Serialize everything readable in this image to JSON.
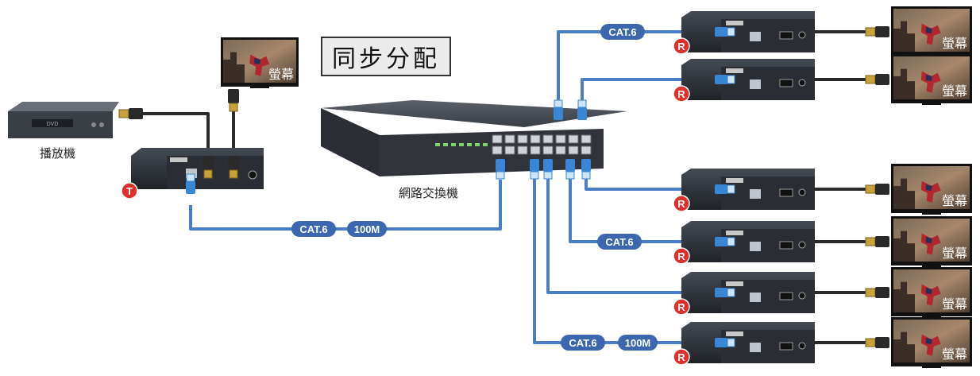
{
  "title": "同步分配",
  "labels": {
    "player": "播放機",
    "switch": "網路交換機",
    "screen": "螢幕",
    "cable": "CAT.6",
    "speed": "100M",
    "transmitter_badge": "T",
    "receiver_badge": "R",
    "dvd": "DVD"
  },
  "receivers": [
    {
      "id": "r1",
      "has_cable_label": true
    },
    {
      "id": "r2",
      "has_cable_label": false
    },
    {
      "id": "r3",
      "has_cable_label": false
    },
    {
      "id": "r4",
      "has_cable_label": true
    },
    {
      "id": "r5",
      "has_cable_label": false
    },
    {
      "id": "r6",
      "has_cable_label": true,
      "has_speed_label": true
    }
  ],
  "colors": {
    "cable_blue": "#4a7fc6",
    "pill_blue": "#3c66ad",
    "badge_red": "#e0302b",
    "device_dark": "#2b2f36",
    "hdmi_cable": "#2a2a2a"
  }
}
